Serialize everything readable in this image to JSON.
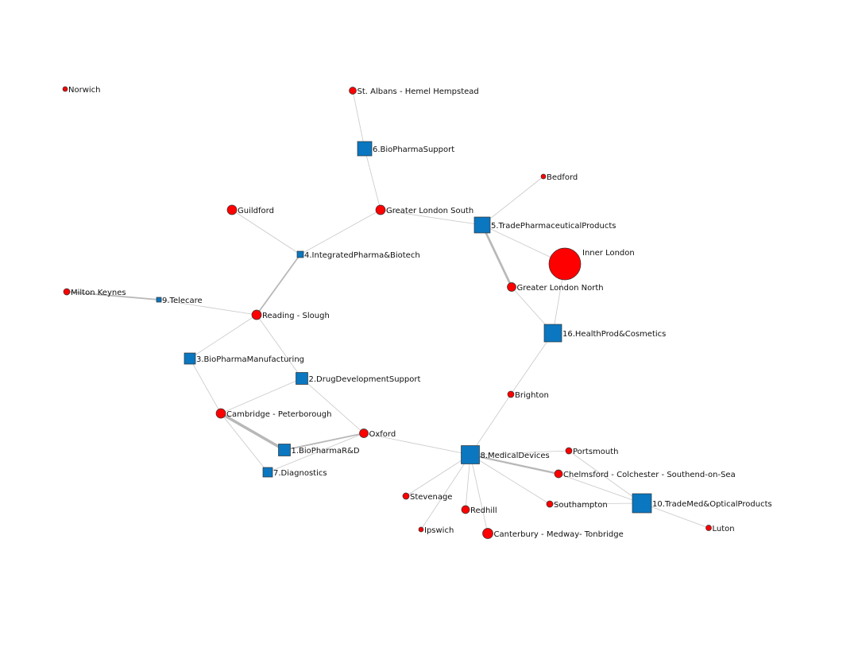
{
  "colors": {
    "region": "#ff0000",
    "sector": "#0a77c0",
    "edge": "#c8c8c8",
    "outline": "#333333"
  },
  "nodes": [
    {
      "id": "norwich",
      "label": "Norwich",
      "type": "region"
    },
    {
      "id": "stalbans",
      "label": "St. Albans - Hemel Hempstead",
      "type": "region"
    },
    {
      "id": "s6",
      "label": "6.BioPharmaSupport",
      "type": "sector"
    },
    {
      "id": "bedford",
      "label": "Bedford",
      "type": "region"
    },
    {
      "id": "guildford",
      "label": "Guildford",
      "type": "region"
    },
    {
      "id": "gls",
      "label": "Greater London South",
      "type": "region"
    },
    {
      "id": "s5",
      "label": "5.TradePharmaceuticalProducts",
      "type": "sector"
    },
    {
      "id": "s4",
      "label": "4.IntegratedPharma&Biotech",
      "type": "sector"
    },
    {
      "id": "inner",
      "label": "Inner London",
      "type": "region"
    },
    {
      "id": "gln",
      "label": "Greater London North",
      "type": "region"
    },
    {
      "id": "mk",
      "label": "Milton Keynes",
      "type": "region"
    },
    {
      "id": "s9",
      "label": "9.Telecare",
      "type": "sector"
    },
    {
      "id": "reading",
      "label": "Reading - Slough",
      "type": "region"
    },
    {
      "id": "s16",
      "label": "16.HealthProd&Cosmetics",
      "type": "sector"
    },
    {
      "id": "s3",
      "label": "3.BioPharmaManufacturing",
      "type": "sector"
    },
    {
      "id": "s2",
      "label": "2.DrugDevelopmentSupport",
      "type": "sector"
    },
    {
      "id": "brighton",
      "label": "Brighton",
      "type": "region"
    },
    {
      "id": "cambridge",
      "label": "Cambridge - Peterborough",
      "type": "region"
    },
    {
      "id": "oxford",
      "label": "Oxford",
      "type": "region"
    },
    {
      "id": "s1",
      "label": "1.BioPharmaR&D",
      "type": "sector"
    },
    {
      "id": "s8",
      "label": "8.MedicalDevices",
      "type": "sector"
    },
    {
      "id": "portsmouth",
      "label": "Portsmouth",
      "type": "region"
    },
    {
      "id": "chelmsford",
      "label": "Chelmsford - Colchester - Southend-on-Sea",
      "type": "region"
    },
    {
      "id": "s7",
      "label": "7.Diagnostics",
      "type": "sector"
    },
    {
      "id": "stevenage",
      "label": "Stevenage",
      "type": "region"
    },
    {
      "id": "southampton",
      "label": "Southampton",
      "type": "region"
    },
    {
      "id": "s10",
      "label": "10.TradeMed&OpticalProducts",
      "type": "sector"
    },
    {
      "id": "redhill",
      "label": "Redhill",
      "type": "region"
    },
    {
      "id": "luton",
      "label": "Luton",
      "type": "region"
    },
    {
      "id": "ipswich",
      "label": "Ipswich",
      "type": "region"
    },
    {
      "id": "canterbury",
      "label": "Canterbury - Medway- Tonbridge",
      "type": "region"
    }
  ],
  "edges": [
    {
      "from": "stalbans",
      "to": "s6",
      "weight": 1
    },
    {
      "from": "s6",
      "to": "gls",
      "weight": 1
    },
    {
      "from": "gls",
      "to": "s4",
      "weight": 1
    },
    {
      "from": "gls",
      "to": "s5",
      "weight": 1
    },
    {
      "from": "s5",
      "to": "bedford",
      "weight": 1
    },
    {
      "from": "s5",
      "to": "inner",
      "weight": 1
    },
    {
      "from": "s5",
      "to": "gln",
      "weight": 3
    },
    {
      "from": "gln",
      "to": "s16",
      "weight": 1
    },
    {
      "from": "inner",
      "to": "s16",
      "weight": 1
    },
    {
      "from": "s16",
      "to": "brighton",
      "weight": 1
    },
    {
      "from": "brighton",
      "to": "s8",
      "weight": 1
    },
    {
      "from": "guildford",
      "to": "s4",
      "weight": 1
    },
    {
      "from": "s4",
      "to": "reading",
      "weight": 2
    },
    {
      "from": "mk",
      "to": "s9",
      "weight": 2
    },
    {
      "from": "s9",
      "to": "reading",
      "weight": 1
    },
    {
      "from": "reading",
      "to": "s3",
      "weight": 1
    },
    {
      "from": "reading",
      "to": "s2",
      "weight": 1
    },
    {
      "from": "s3",
      "to": "cambridge",
      "weight": 1
    },
    {
      "from": "s2",
      "to": "cambridge",
      "weight": 1
    },
    {
      "from": "s2",
      "to": "oxford",
      "weight": 1
    },
    {
      "from": "cambridge",
      "to": "s1",
      "weight": 4
    },
    {
      "from": "cambridge",
      "to": "s7",
      "weight": 1
    },
    {
      "from": "oxford",
      "to": "s1",
      "weight": 2
    },
    {
      "from": "oxford",
      "to": "s7",
      "weight": 1
    },
    {
      "from": "oxford",
      "to": "s8",
      "weight": 1
    },
    {
      "from": "s8",
      "to": "portsmouth",
      "weight": 1
    },
    {
      "from": "s8",
      "to": "chelmsford",
      "weight": 2.5
    },
    {
      "from": "s8",
      "to": "southampton",
      "weight": 1
    },
    {
      "from": "s8",
      "to": "stevenage",
      "weight": 1
    },
    {
      "from": "s8",
      "to": "ipswich",
      "weight": 1
    },
    {
      "from": "s8",
      "to": "redhill",
      "weight": 1
    },
    {
      "from": "s8",
      "to": "canterbury",
      "weight": 1
    },
    {
      "from": "portsmouth",
      "to": "s10",
      "weight": 1
    },
    {
      "from": "chelmsford",
      "to": "s10",
      "weight": 1
    },
    {
      "from": "southampton",
      "to": "s10",
      "weight": 1
    },
    {
      "from": "s10",
      "to": "luton",
      "weight": 1
    }
  ]
}
